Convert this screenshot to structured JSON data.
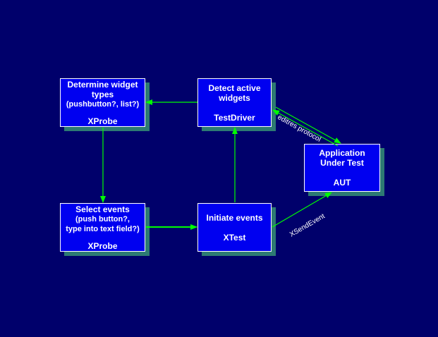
{
  "nodes": {
    "determine": {
      "line1": "Determine widget",
      "line2": "types",
      "line3": "(pushbutton?, list?)",
      "tool": "XProbe"
    },
    "detect": {
      "line1": "Detect active",
      "line2": "widgets",
      "tool": "TestDriver"
    },
    "aut": {
      "line1": "Application",
      "line2": "Under Test",
      "tool": "AUT"
    },
    "select": {
      "line1": "Select events",
      "line2": "(push button?,",
      "line3": "type into text field?)",
      "tool": "XProbe"
    },
    "initiate": {
      "line1": "Initiate events",
      "tool": "XTest"
    }
  },
  "edges": {
    "editres": "editres protocol",
    "xsend": "XSendEvent"
  },
  "colors": {
    "background": "#00006b",
    "box": "#0000f0",
    "shadow": "#2d7a73",
    "arrow": "#00ff00"
  }
}
